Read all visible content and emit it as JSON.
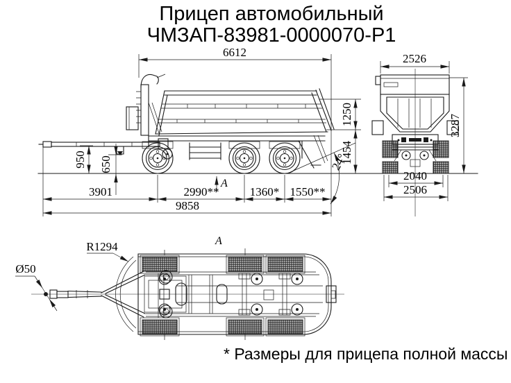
{
  "title": {
    "line1": "Прицеп автомобильный",
    "line2": "ЧМЗАП-83981-0000070-Р1"
  },
  "footnote": "* Размеры для прицепа полной массы",
  "side_view": {
    "view_label": "А",
    "dims": {
      "body_length": "6612",
      "drawbar_height": "950",
      "coupling_height": "650",
      "drawbar_to_axle1": "3901",
      "axle1_axle2": "2990**",
      "axle2_axle3": "1360*",
      "axle3_rear": "1550**",
      "overall_length": "9858",
      "rear_body_height": "1250",
      "rear_frame_height": "1454",
      "tipping_angle": "24°"
    }
  },
  "rear_view": {
    "dims": {
      "body_width": "2526",
      "overall_height": "3287",
      "track": "2040",
      "overall_width": "2506"
    }
  },
  "bottom_view": {
    "view_label": "А",
    "turning_radius": "R1294",
    "eye_diameter": "Ø50"
  }
}
